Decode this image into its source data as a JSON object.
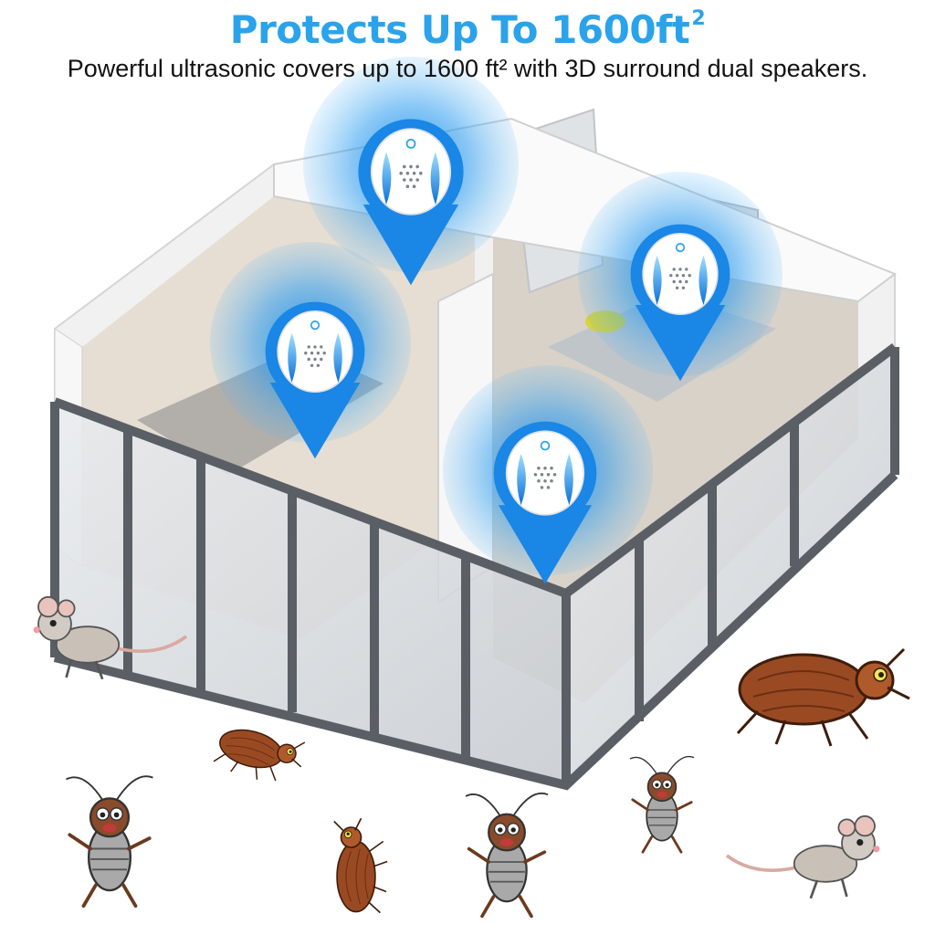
{
  "headline": {
    "text": "Protects Up To 1600ft",
    "superscript": "2",
    "color": "#2aa3ea"
  },
  "subline": {
    "text": "Powerful ultrasonic covers up to 1600 ft² with 3D surround dual speakers."
  },
  "colors": {
    "signal_blue": "#1e90e8",
    "wall_white": "#f4f4f4",
    "window_frame": "#5a5f66",
    "floor": "#cdbfad",
    "pest_brown": "#9a4a22",
    "mouse_grey": "#c9c1b8"
  },
  "devices": [
    {
      "name": "repeller-device-top",
      "icon": "power-icon"
    },
    {
      "name": "repeller-device-left",
      "icon": "power-icon"
    },
    {
      "name": "repeller-device-right",
      "icon": "power-icon"
    },
    {
      "name": "repeller-device-bottom",
      "icon": "power-icon"
    }
  ],
  "pests": [
    "mouse-icon",
    "bedbug-icon",
    "cockroach-icon"
  ]
}
